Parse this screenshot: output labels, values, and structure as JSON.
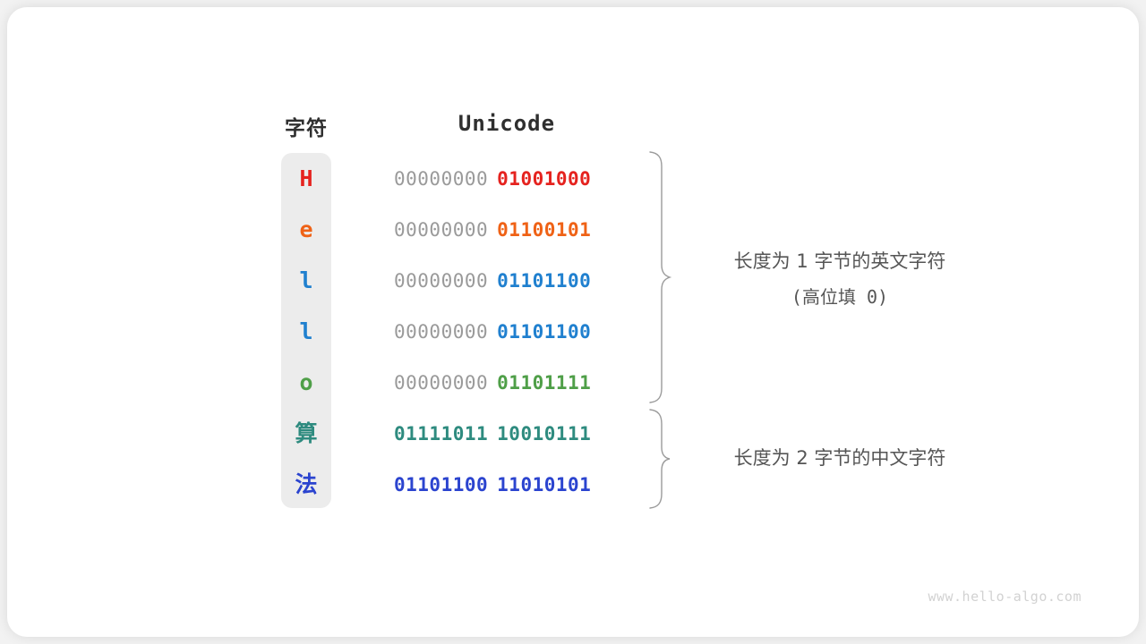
{
  "figure": {
    "watermark": "www.hello-algo.com",
    "headers": {
      "char": "字符",
      "unicode": "Unicode"
    },
    "rows": [
      {
        "char": "H",
        "color": "#e5231f",
        "high_byte": "00000000",
        "low_byte": "01001000"
      },
      {
        "char": "e",
        "color": "#ef6216",
        "high_byte": "00000000",
        "low_byte": "01100101"
      },
      {
        "char": "l",
        "color": "#2080cf",
        "high_byte": "00000000",
        "low_byte": "01101100"
      },
      {
        "char": "l",
        "color": "#2080cf",
        "high_byte": "00000000",
        "low_byte": "01101100"
      },
      {
        "char": "o",
        "color": "#4f9f48",
        "high_byte": "00000000",
        "low_byte": "01101111"
      },
      {
        "char": "算",
        "color": "#2e8b7f",
        "high_byte": "01111011",
        "low_byte": "10010111"
      },
      {
        "char": "法",
        "color": "#2b44cf",
        "high_byte": "01101100",
        "low_byte": "11010101"
      }
    ],
    "annotations": [
      {
        "main": "长度为 1 字节的英文字符",
        "sub": "(高位填 0)"
      },
      {
        "main": "长度为 2 字节的中文字符",
        "sub": ""
      }
    ],
    "colors": {
      "high_byte": "#9a9a9a",
      "column_background": "#ececec",
      "brace": "#9b9b9b",
      "annotation_text": "#555555",
      "header_text": "#2f2f2f"
    }
  }
}
